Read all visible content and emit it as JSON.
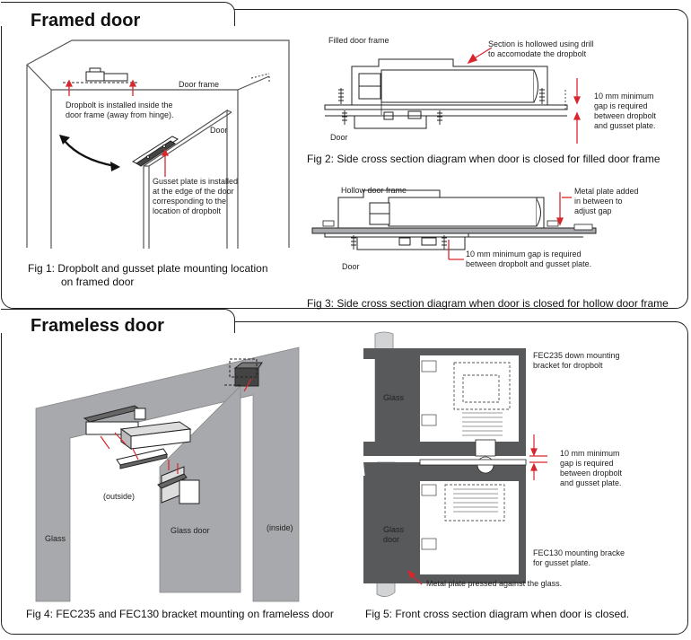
{
  "sections": {
    "framed": "Framed door",
    "frameless": "Frameless door"
  },
  "fig1": {
    "door_frame": "Door frame",
    "door": "Door",
    "dropbolt_note": [
      "Dropbolt is installed inside the",
      "door frame (away from hinge)."
    ],
    "gusset_note": [
      "Gusset plate is installed",
      "at the edge of the door",
      "corresponding to the",
      "location of dropbolt"
    ],
    "caption": [
      "Fig 1:  Dropbolt and gusset plate mounting location",
      "on framed door"
    ]
  },
  "fig2": {
    "frame_label": "Filled door frame",
    "section_note": [
      "Section is hollowed using drill",
      "to accomodate the dropbolt"
    ],
    "gap_note": [
      "10 mm minimum",
      "gap is required",
      "between dropbolt",
      "and gusset plate."
    ],
    "door": "Door",
    "caption": "Fig 2: Side cross section diagram when door is closed for filled door frame"
  },
  "fig3": {
    "frame_label": "Hollow door frame",
    "metal_note": [
      "Metal plate added",
      "in between to",
      "adjust gap"
    ],
    "gap_note": [
      "10 mm minimum gap is required",
      "between dropbolt and gusset plate."
    ],
    "door": "Door",
    "caption": "Fig 3: Side cross section diagram when door is closed for hollow door frame"
  },
  "fig4": {
    "outside": "(outside)",
    "inside": "(inside)",
    "glass_door": "Glass door",
    "glass": "Glass",
    "caption": "Fig 4:  FEC235 and FEC130 bracket mounting on frameless door"
  },
  "fig5": {
    "glass_top": "Glass",
    "glass_door": [
      "Glass",
      "door"
    ],
    "fec235_note": [
      "FEC235 down mounting",
      "bracket for dropbolt"
    ],
    "gap_note": [
      "10 mm minimum",
      "gap is required",
      "between dropbolt",
      "and gusset plate."
    ],
    "fec130_note": [
      "FEC130  mounting bracke",
      "for gusset plate."
    ],
    "metal_note": "Metal plate pressed against the glass.",
    "caption": "Fig 5: Front cross section diagram when door is closed."
  },
  "colors": {
    "accent_red": "#d9262c",
    "wall_gray": "#a7a9ac",
    "dark_gray": "#58595b",
    "line": "#222222"
  }
}
